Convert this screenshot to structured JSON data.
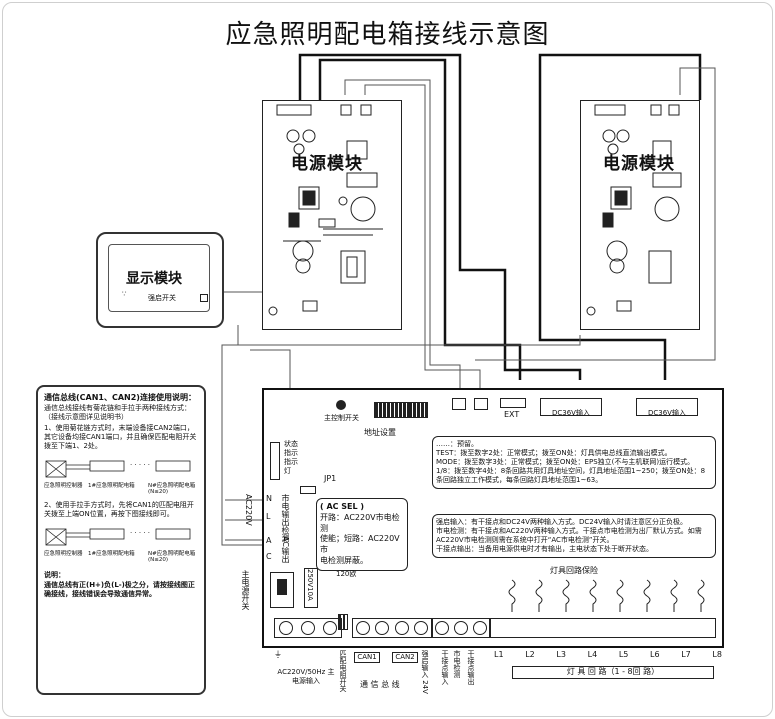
{
  "title": "应急照明配电箱接线示意图",
  "power_module_label": "电源模块",
  "display_module": {
    "label": "显示模块",
    "switch_label": "强启开关"
  },
  "main_board": {
    "main_switch_label": "主控制开关",
    "address_label": "地址设置",
    "jp1": "JP1",
    "ext": "EXT",
    "dc36_left": "DC36V输入",
    "dc36_right": "DC36V输入",
    "status_leds": [
      "状态",
      "指示",
      "指示",
      "灯"
    ],
    "ac220": "AC220V",
    "mains_detect_output": "市电输出检测",
    "ac_output": "AC输出",
    "n_label": "N",
    "l_label": "L",
    "a_label": "A",
    "c_label": "C",
    "fuse": "250V10A",
    "main_power_switch": "主电源开关",
    "resistor_120": "120欧",
    "lamp_fuse_title": "灯具回路保险",
    "lamp_circuits": [
      "L1",
      "L2",
      "L3",
      "L4",
      "L5",
      "L6",
      "L7",
      "L8"
    ],
    "lamp_circuit_caption": "灯 具 回 路（1 - 8回 路）",
    "bottom_labels": {
      "ground_nl": "AC220V/50Hz 主电源输入",
      "match_resistor": "匹配电阻开关",
      "can1": "CAN1",
      "can2": "CAN2",
      "comm_bus": "通 信 总 线",
      "forced_input": "强启输入 24V",
      "dry_contact_input": "干接点输入",
      "mains_detect": "市电检测",
      "dry_contact_output": "干接点输出"
    },
    "ac_sel": {
      "title": "( AC SEL )",
      "line1": "开路：AC220V市电检测",
      "line2": "使能；短路：AC220V市",
      "line3": "电检测屏蔽。"
    },
    "dip_notes": [
      "……：预留。",
      "TEST：拨至数字2处：正常模式；拨至ON处：灯具供电总线直流输出模式。",
      "MODE：拨至数字3处：正常模式；拨至ON处：EPS独立(不与主机联网)运行模式。",
      "1/8：拨至数字4处：8条回路共用灯具地址空间，灯具地址范围1~250；拨至ON处：8条回路独立工作模式，每条回路灯具地址范围1~63。"
    ],
    "input_notes": [
      "强启输入：有干接点和DC24V两种输入方式。DC24V输入时请注意区分正负极。",
      "市电检测：有干接点和AC220V两种输入方式。干接点市电检测为出厂默认方式。如需AC220V市电检测则需在系统中打开“AC市电检测”开关。",
      "干接点输出：当备用电源供电时才有输出，主电状态下处于断开状态。"
    ]
  },
  "comm_instructions": {
    "title": "通信总线(CAN1、CAN2)连接使用说明：",
    "intro": "通信总线接线有菊花链和手拉手两种接线方式：",
    "intro2": "（接线示意图详见说明书）",
    "p1": "1、使用菊花链方式时，末端设备接CAN2端口，其它设备均接CAN1端口，并且确保匹配电阻开关拨至下端1、2处。",
    "diagram1": {
      "host": "应急照明控制器",
      "first": "1#应急照明配电箱",
      "last": "N#应急照明配电箱(N≤20)",
      "dots": "· · · · ·"
    },
    "p2": "2、使用手拉手方式时，先将CAN1的匹配电阻开关拨至上端ON位置，再按下图接线即可。",
    "diagram2": {
      "host": "应急照明控制器",
      "first": "1#应急照明配电箱",
      "last": "N#应急照明配电箱(N≤20)",
      "dots": "· · · · ·"
    },
    "notes_title": "说明：",
    "notes": "通信总线有正(H+)负(L-)极之分，请按接线图正确接线，接线错误会导致通信异常。"
  }
}
